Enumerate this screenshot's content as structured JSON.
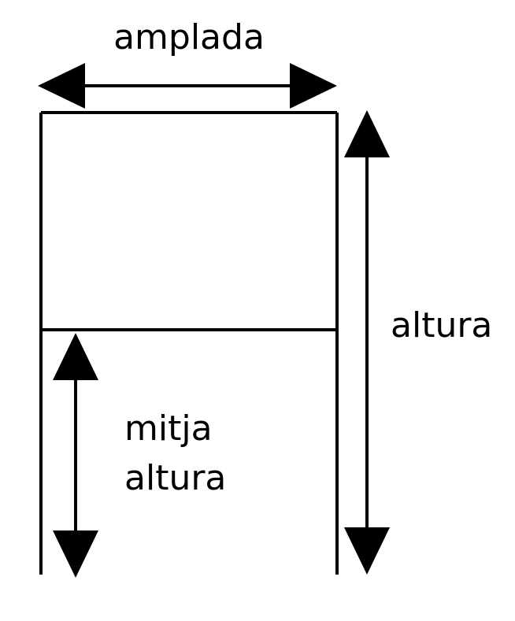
{
  "labels": {
    "width": "amplada",
    "height": "altura",
    "half_height_line1": "mitja",
    "half_height_line2": "altura"
  },
  "colors": {
    "stroke": "#000000",
    "background": "#ffffff"
  }
}
